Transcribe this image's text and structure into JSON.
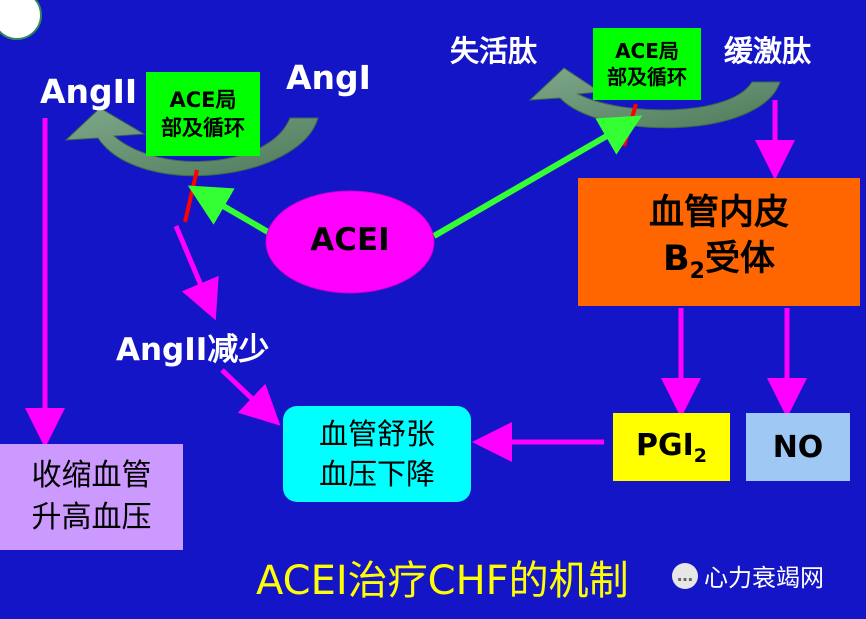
{
  "left_cycle": {
    "angII": "AngII",
    "angI": "AngI",
    "ace_label_line1": "ACE局",
    "ace_label_line2": "部及循环"
  },
  "right_cycle": {
    "inactive_peptide": "失活肽",
    "bradykinin": "缓激肽",
    "ace_label_line1": "ACE局",
    "ace_label_line2": "部及循环"
  },
  "acei": "ACEI",
  "angII_decrease": "AngII减少",
  "vasodilation": {
    "line1": "血管舒张",
    "line2": "血压下降"
  },
  "vasoconstriction": {
    "line1": "收缩血管",
    "line2": "升高血压"
  },
  "b2_receptor": {
    "line1": "血管内皮",
    "line2_prefix": "B",
    "line2_sub": "2",
    "line2_suffix": "受体"
  },
  "pgi2": {
    "prefix": "PGI",
    "sub": "2"
  },
  "no": "NO",
  "title": "ACEI治疗CHF的机制",
  "watermark": "心力衰竭网",
  "colors": {
    "background": "#1515c8",
    "arrow_magenta": "#ff00ff",
    "arrow_green": "#33ff33",
    "ace_box": "#00ff00",
    "acei_ellipse": "#ff00ff",
    "b2_box": "#ff6600",
    "pgi2_box": "#ffff00",
    "no_box": "#9fc8f5",
    "vasodilation_box": "#00ffff",
    "vasoconstriction_box": "#cc99ff",
    "title_text": "#ffff00",
    "block_marker": "#ff0000"
  }
}
